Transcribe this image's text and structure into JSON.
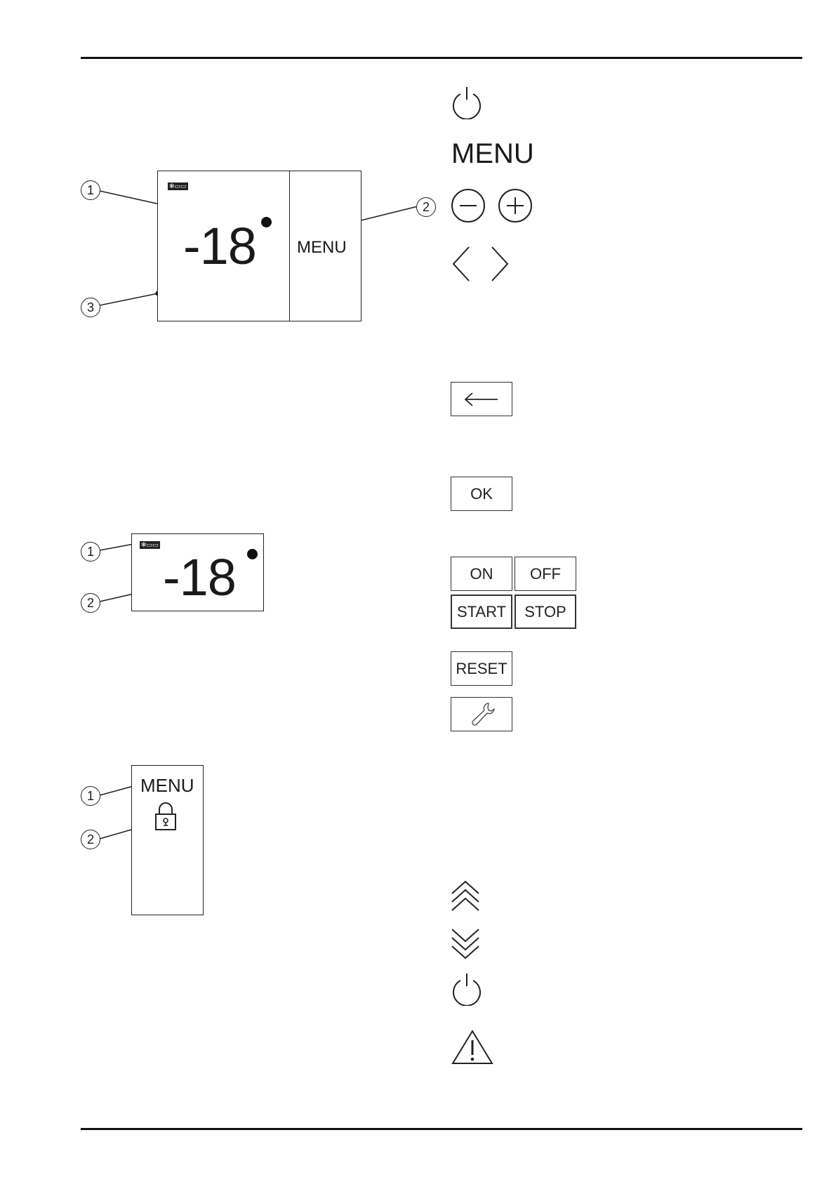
{
  "figure1": {
    "temperature": "-18",
    "menu_label": "MENU",
    "callouts": [
      "1",
      "2",
      "3"
    ],
    "icon": "snowflake-badge-icon"
  },
  "figure2": {
    "temperature": "-18",
    "callouts": [
      "1",
      "2"
    ],
    "icon": "snowflake-badge-icon"
  },
  "figure3": {
    "menu_label": "MENU",
    "callouts": [
      "1",
      "2"
    ],
    "icon": "padlock-icon"
  },
  "symbols": {
    "menu_label": "MENU",
    "ok_label": "OK",
    "on_label": "ON",
    "off_label": "OFF",
    "start_label": "START",
    "stop_label": "STOP",
    "reset_label": "RESET",
    "icons": [
      "power-icon",
      "minus-circle-icon",
      "plus-circle-icon",
      "chevron-left-icon",
      "chevron-right-icon",
      "back-arrow-icon",
      "wrench-icon",
      "double-chevron-up-icon",
      "double-chevron-down-icon",
      "power-icon",
      "warning-triangle-icon"
    ]
  }
}
